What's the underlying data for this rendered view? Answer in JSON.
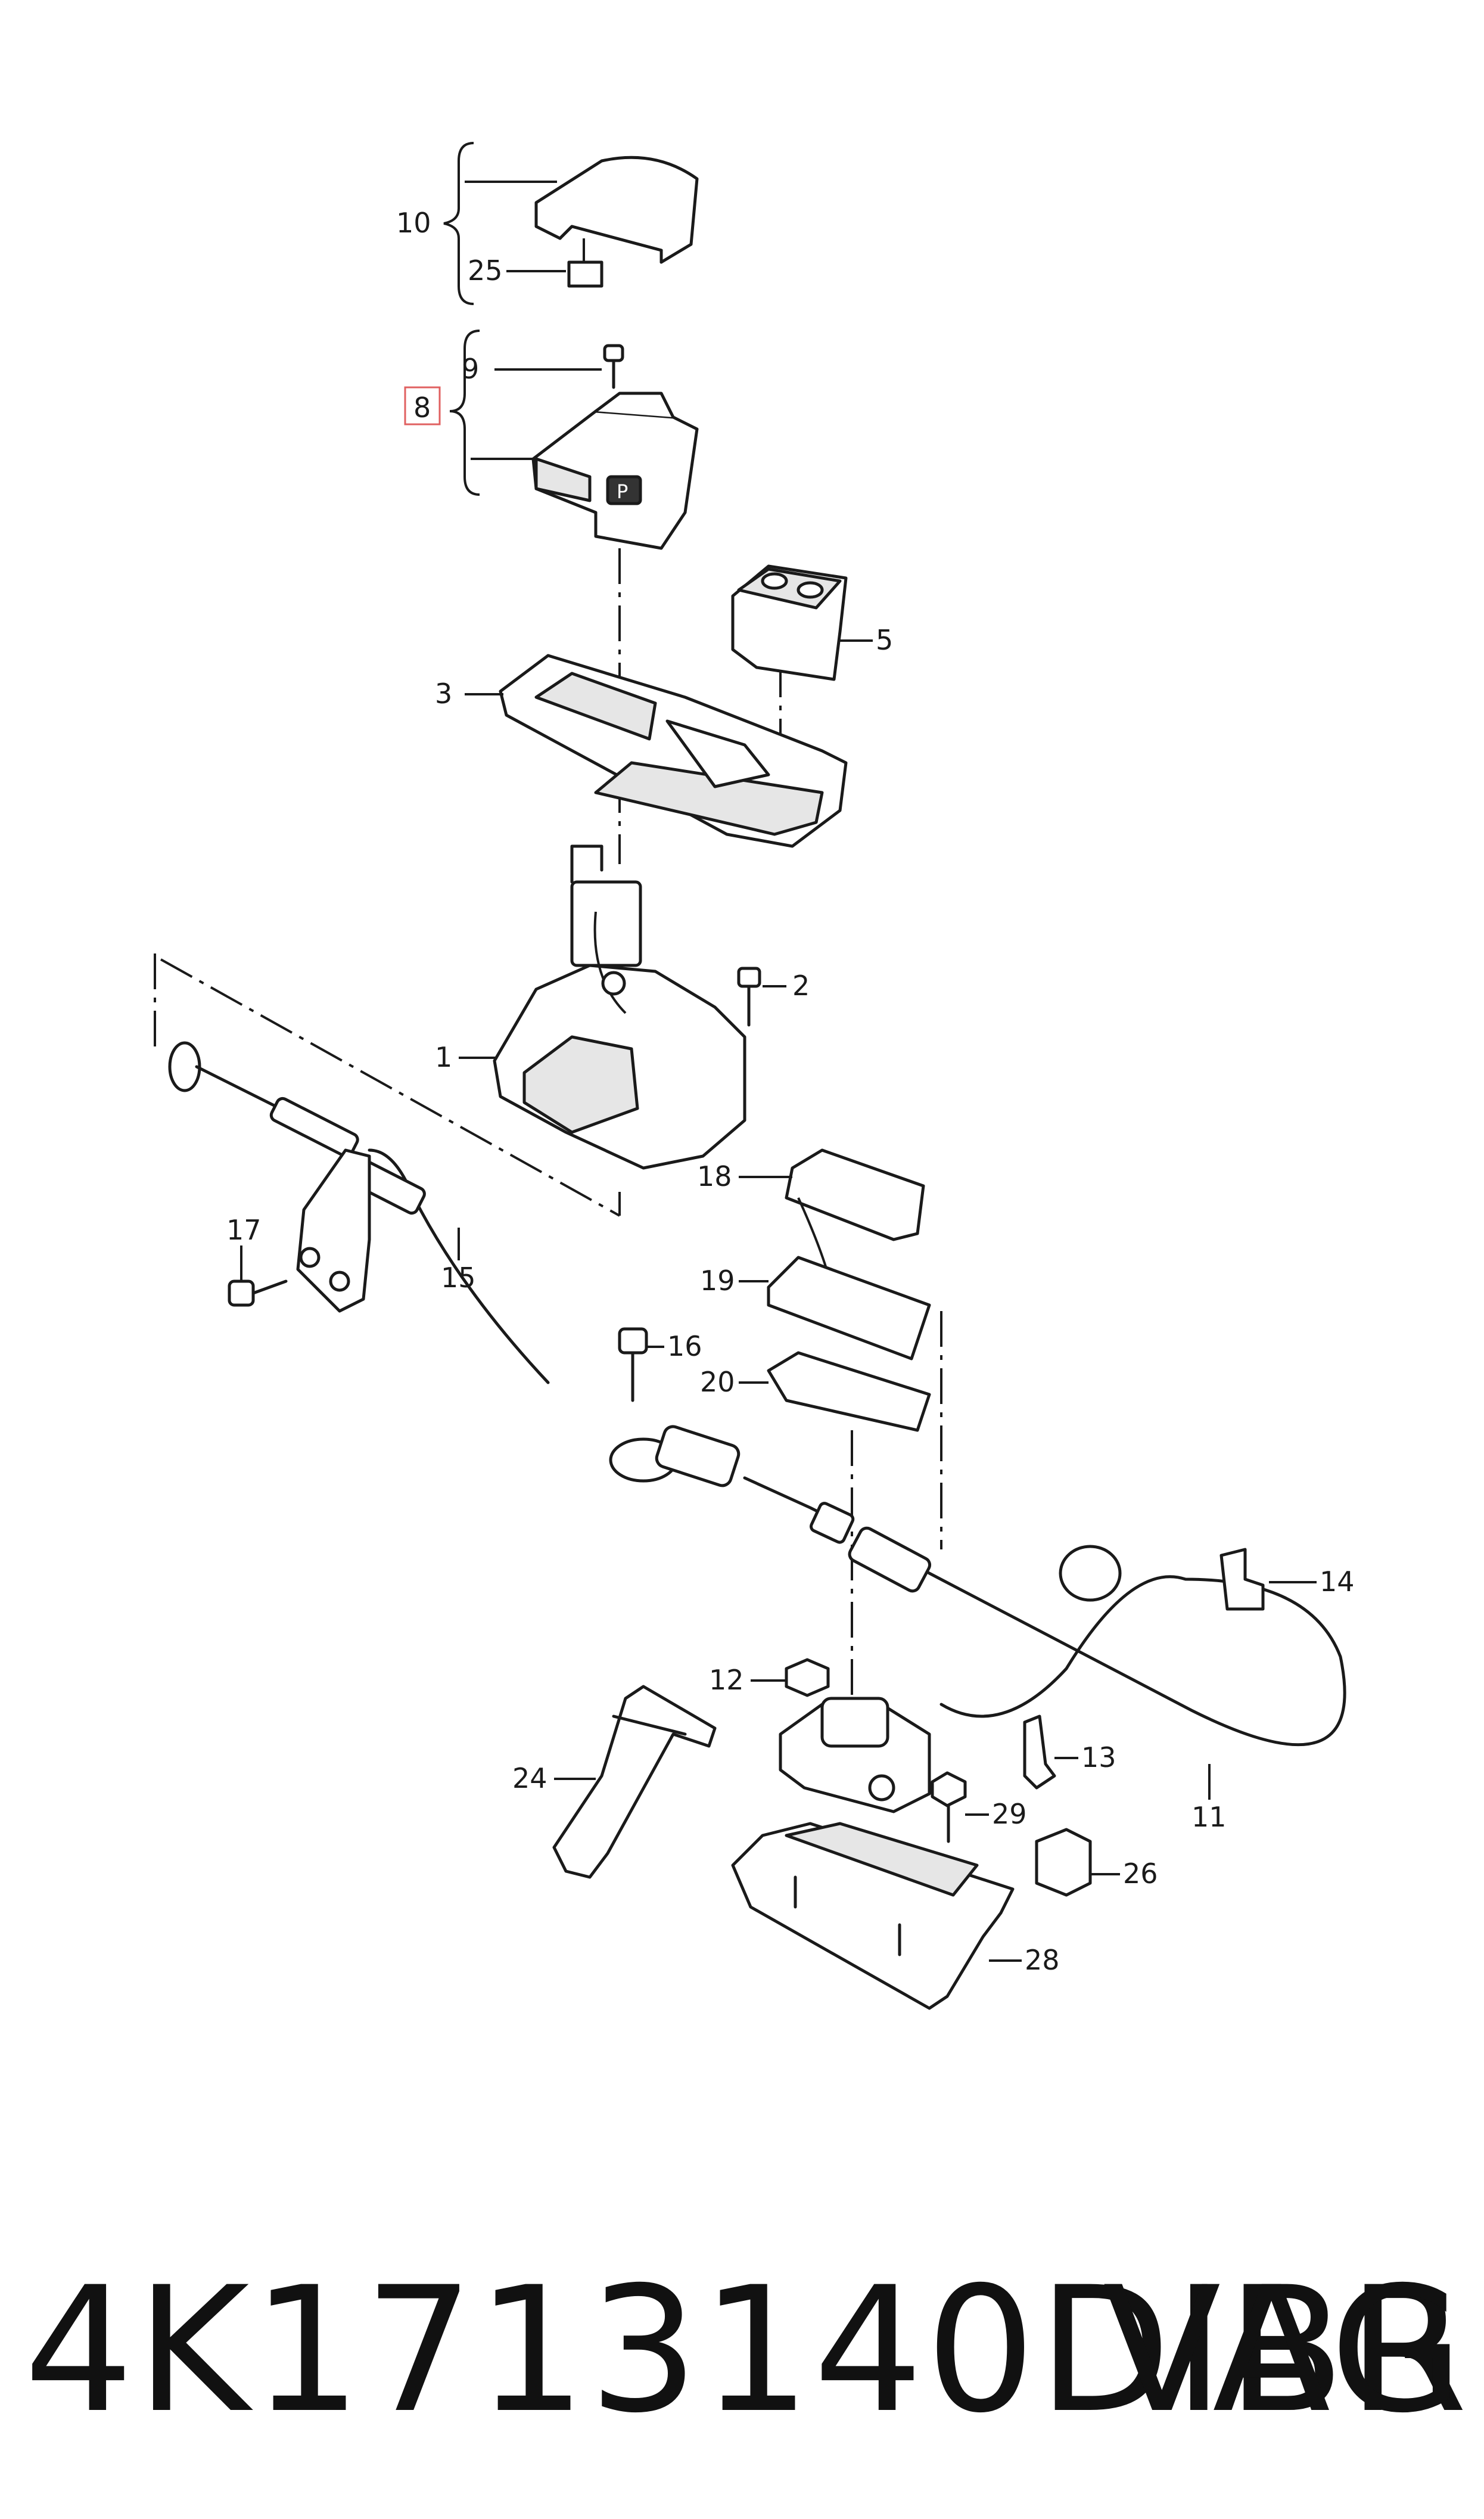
{
  "diagram": {
    "highlight_color": "#e06060",
    "line_color": "#1a1a1a",
    "callouts": {
      "c1": "1",
      "c2": "2",
      "c3": "3",
      "c5": "5",
      "c8": "8",
      "c9": "9",
      "c10": "10",
      "c11": "11",
      "c12": "12",
      "c13": "13",
      "c14": "14",
      "c15": "15",
      "c16": "16",
      "c17": "17",
      "c18": "18",
      "c19": "19",
      "c20": "20",
      "c24": "24",
      "c25": "25",
      "c26": "26",
      "c28": "28",
      "c29": "29"
    },
    "highlighted_callout": "8"
  },
  "footer": {
    "part_number": "4K1713140DIBR",
    "brand": "VAG"
  }
}
